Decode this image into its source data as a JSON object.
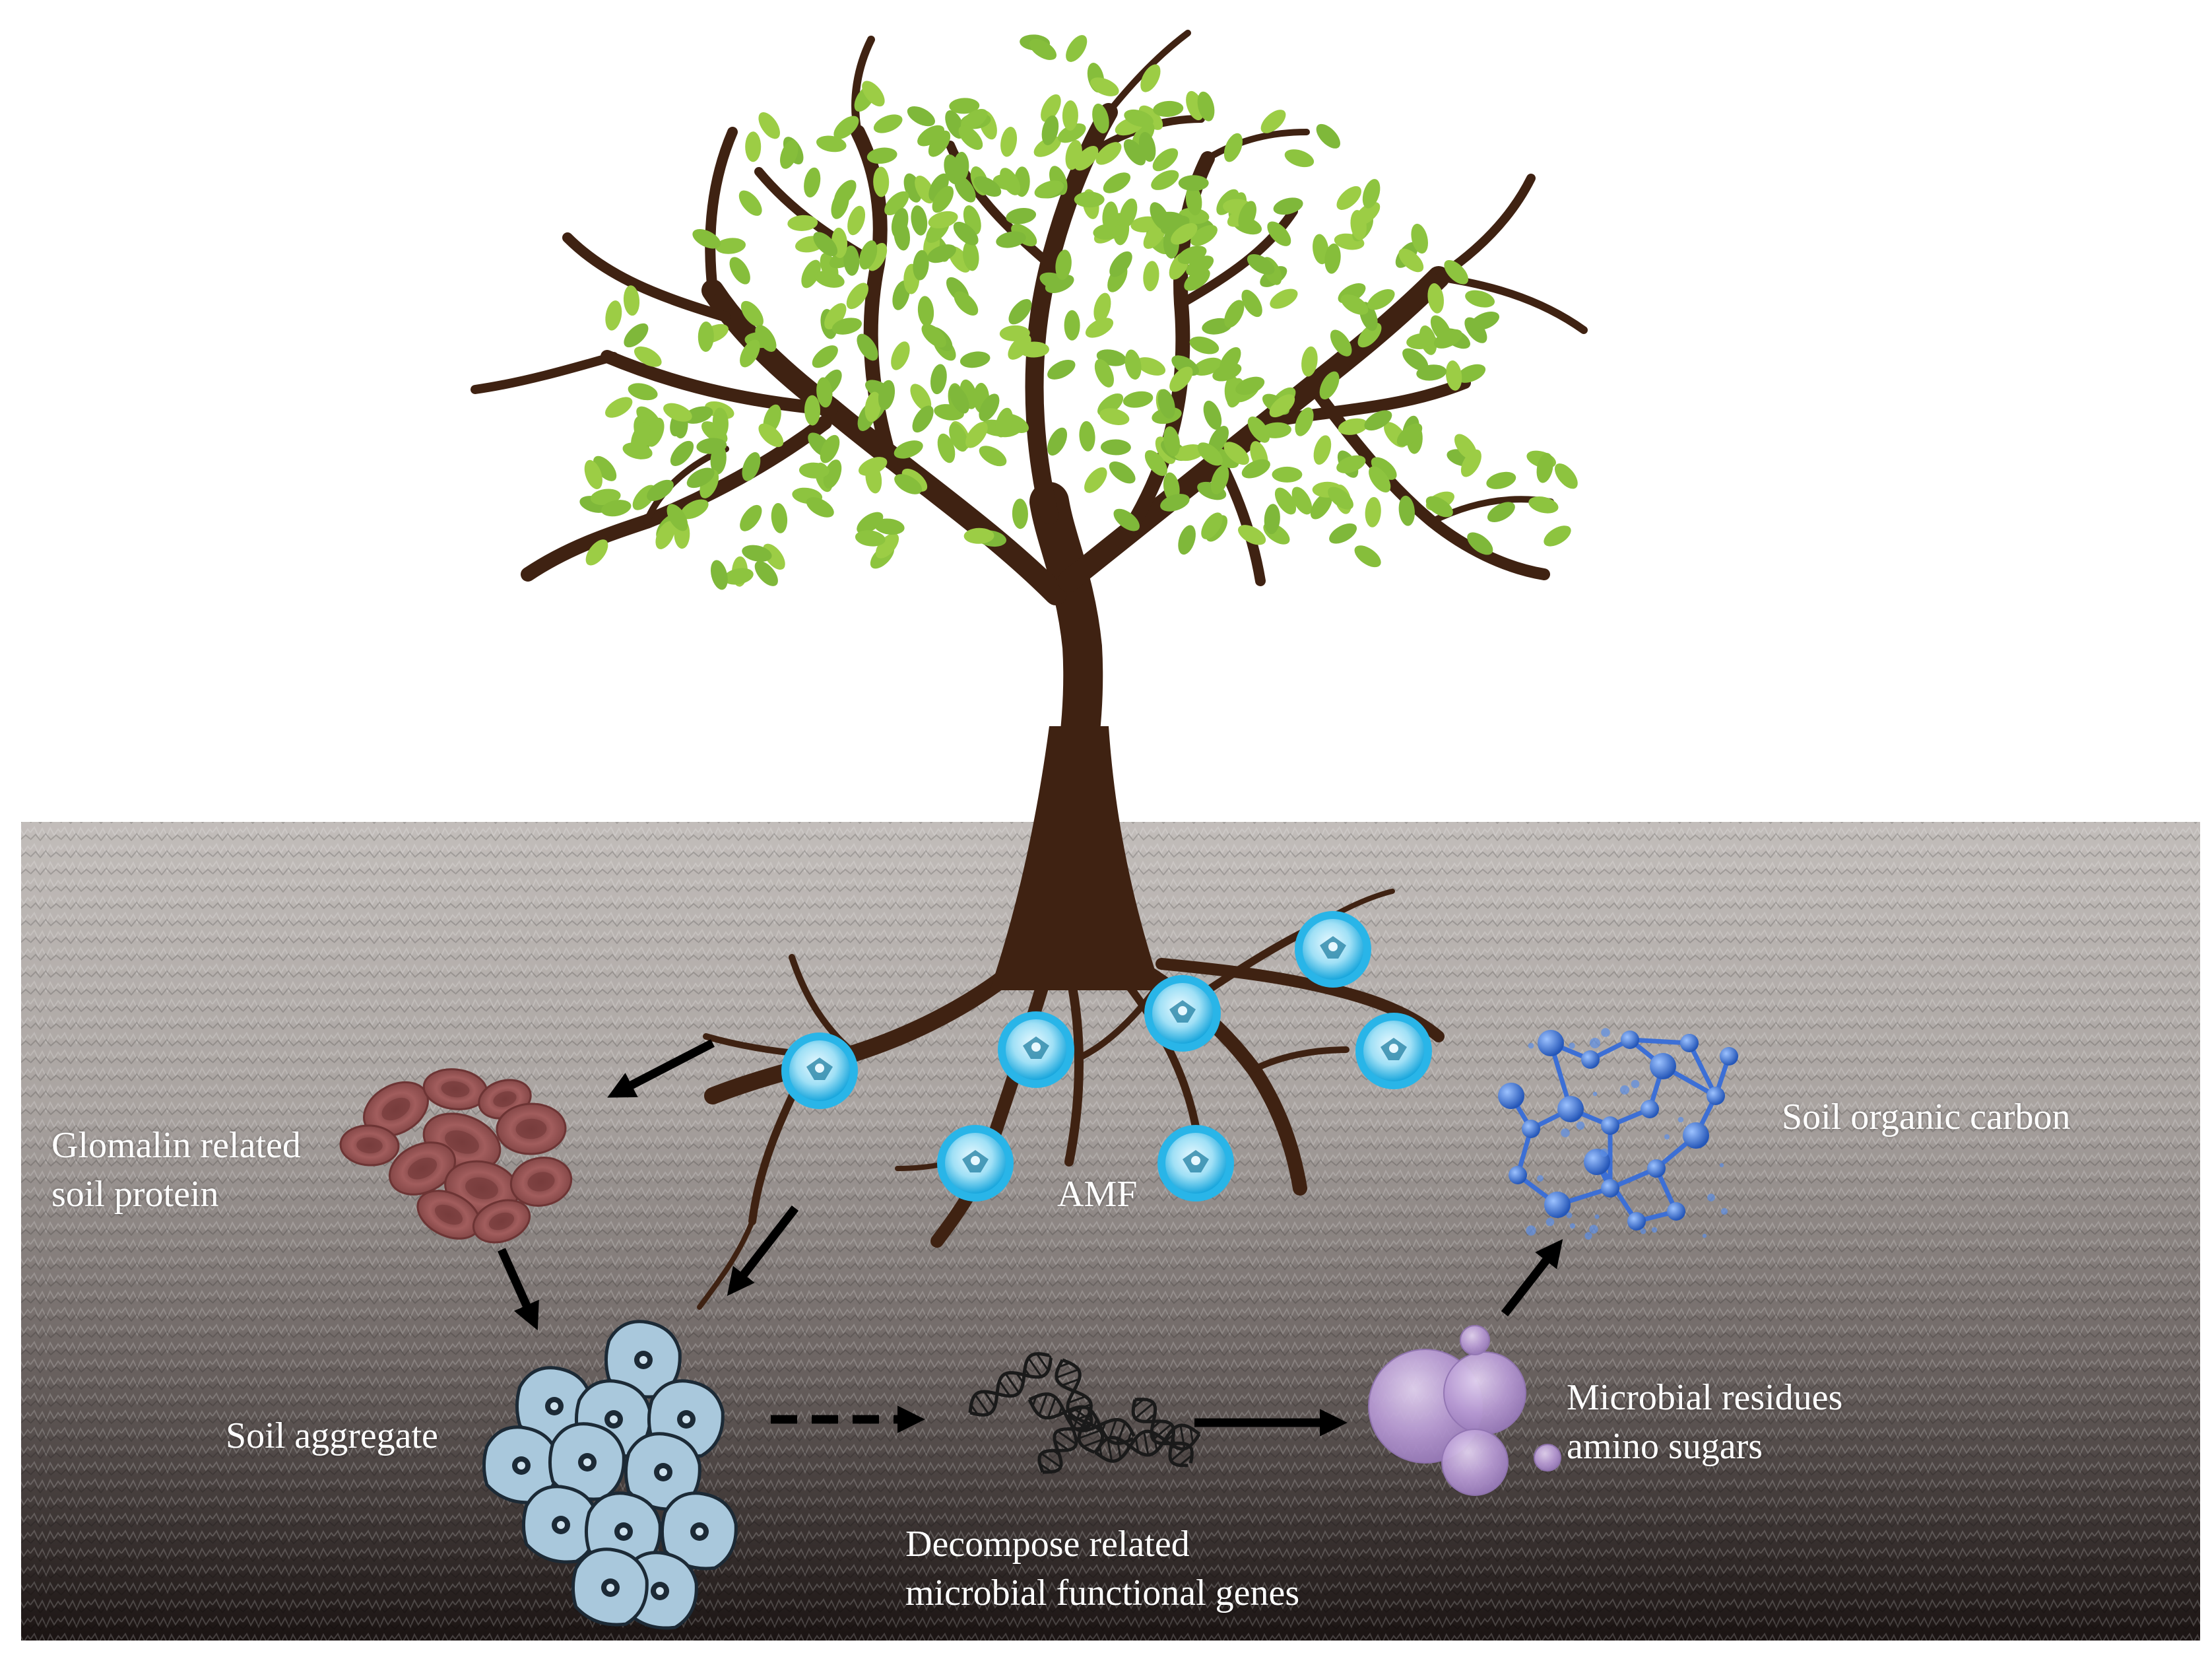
{
  "labels": {
    "glomalin": [
      "Glomalin related",
      "soil protein"
    ],
    "amf": "AMF",
    "soil_aggregate": "Soil aggregate",
    "genes": [
      "Decompose related",
      "microbial functional genes"
    ],
    "residues": [
      "Microbial residues",
      "amino sugars"
    ],
    "soc": "Soil organic carbon"
  },
  "colors": {
    "soil_top": "#bdb8b5",
    "soil_bottom": "#1c1514",
    "trunk": "#3f2212",
    "leaf": "#8dc43f",
    "amf_cell": "#29b5e8",
    "glomalin": "#8a4a4a",
    "aggregate": "#a9c8dc",
    "residue": "#b49ad0",
    "soc": "#2f5fc4",
    "arrow": "#000000"
  },
  "icons": {
    "amf": "amf-spore-icon",
    "glomalin": "glomalin-protein-icon",
    "aggregate": "soil-aggregate-icon",
    "genes": "dna-helix-icon",
    "residues": "microbial-residue-icon",
    "soc": "carbon-molecule-icon"
  }
}
